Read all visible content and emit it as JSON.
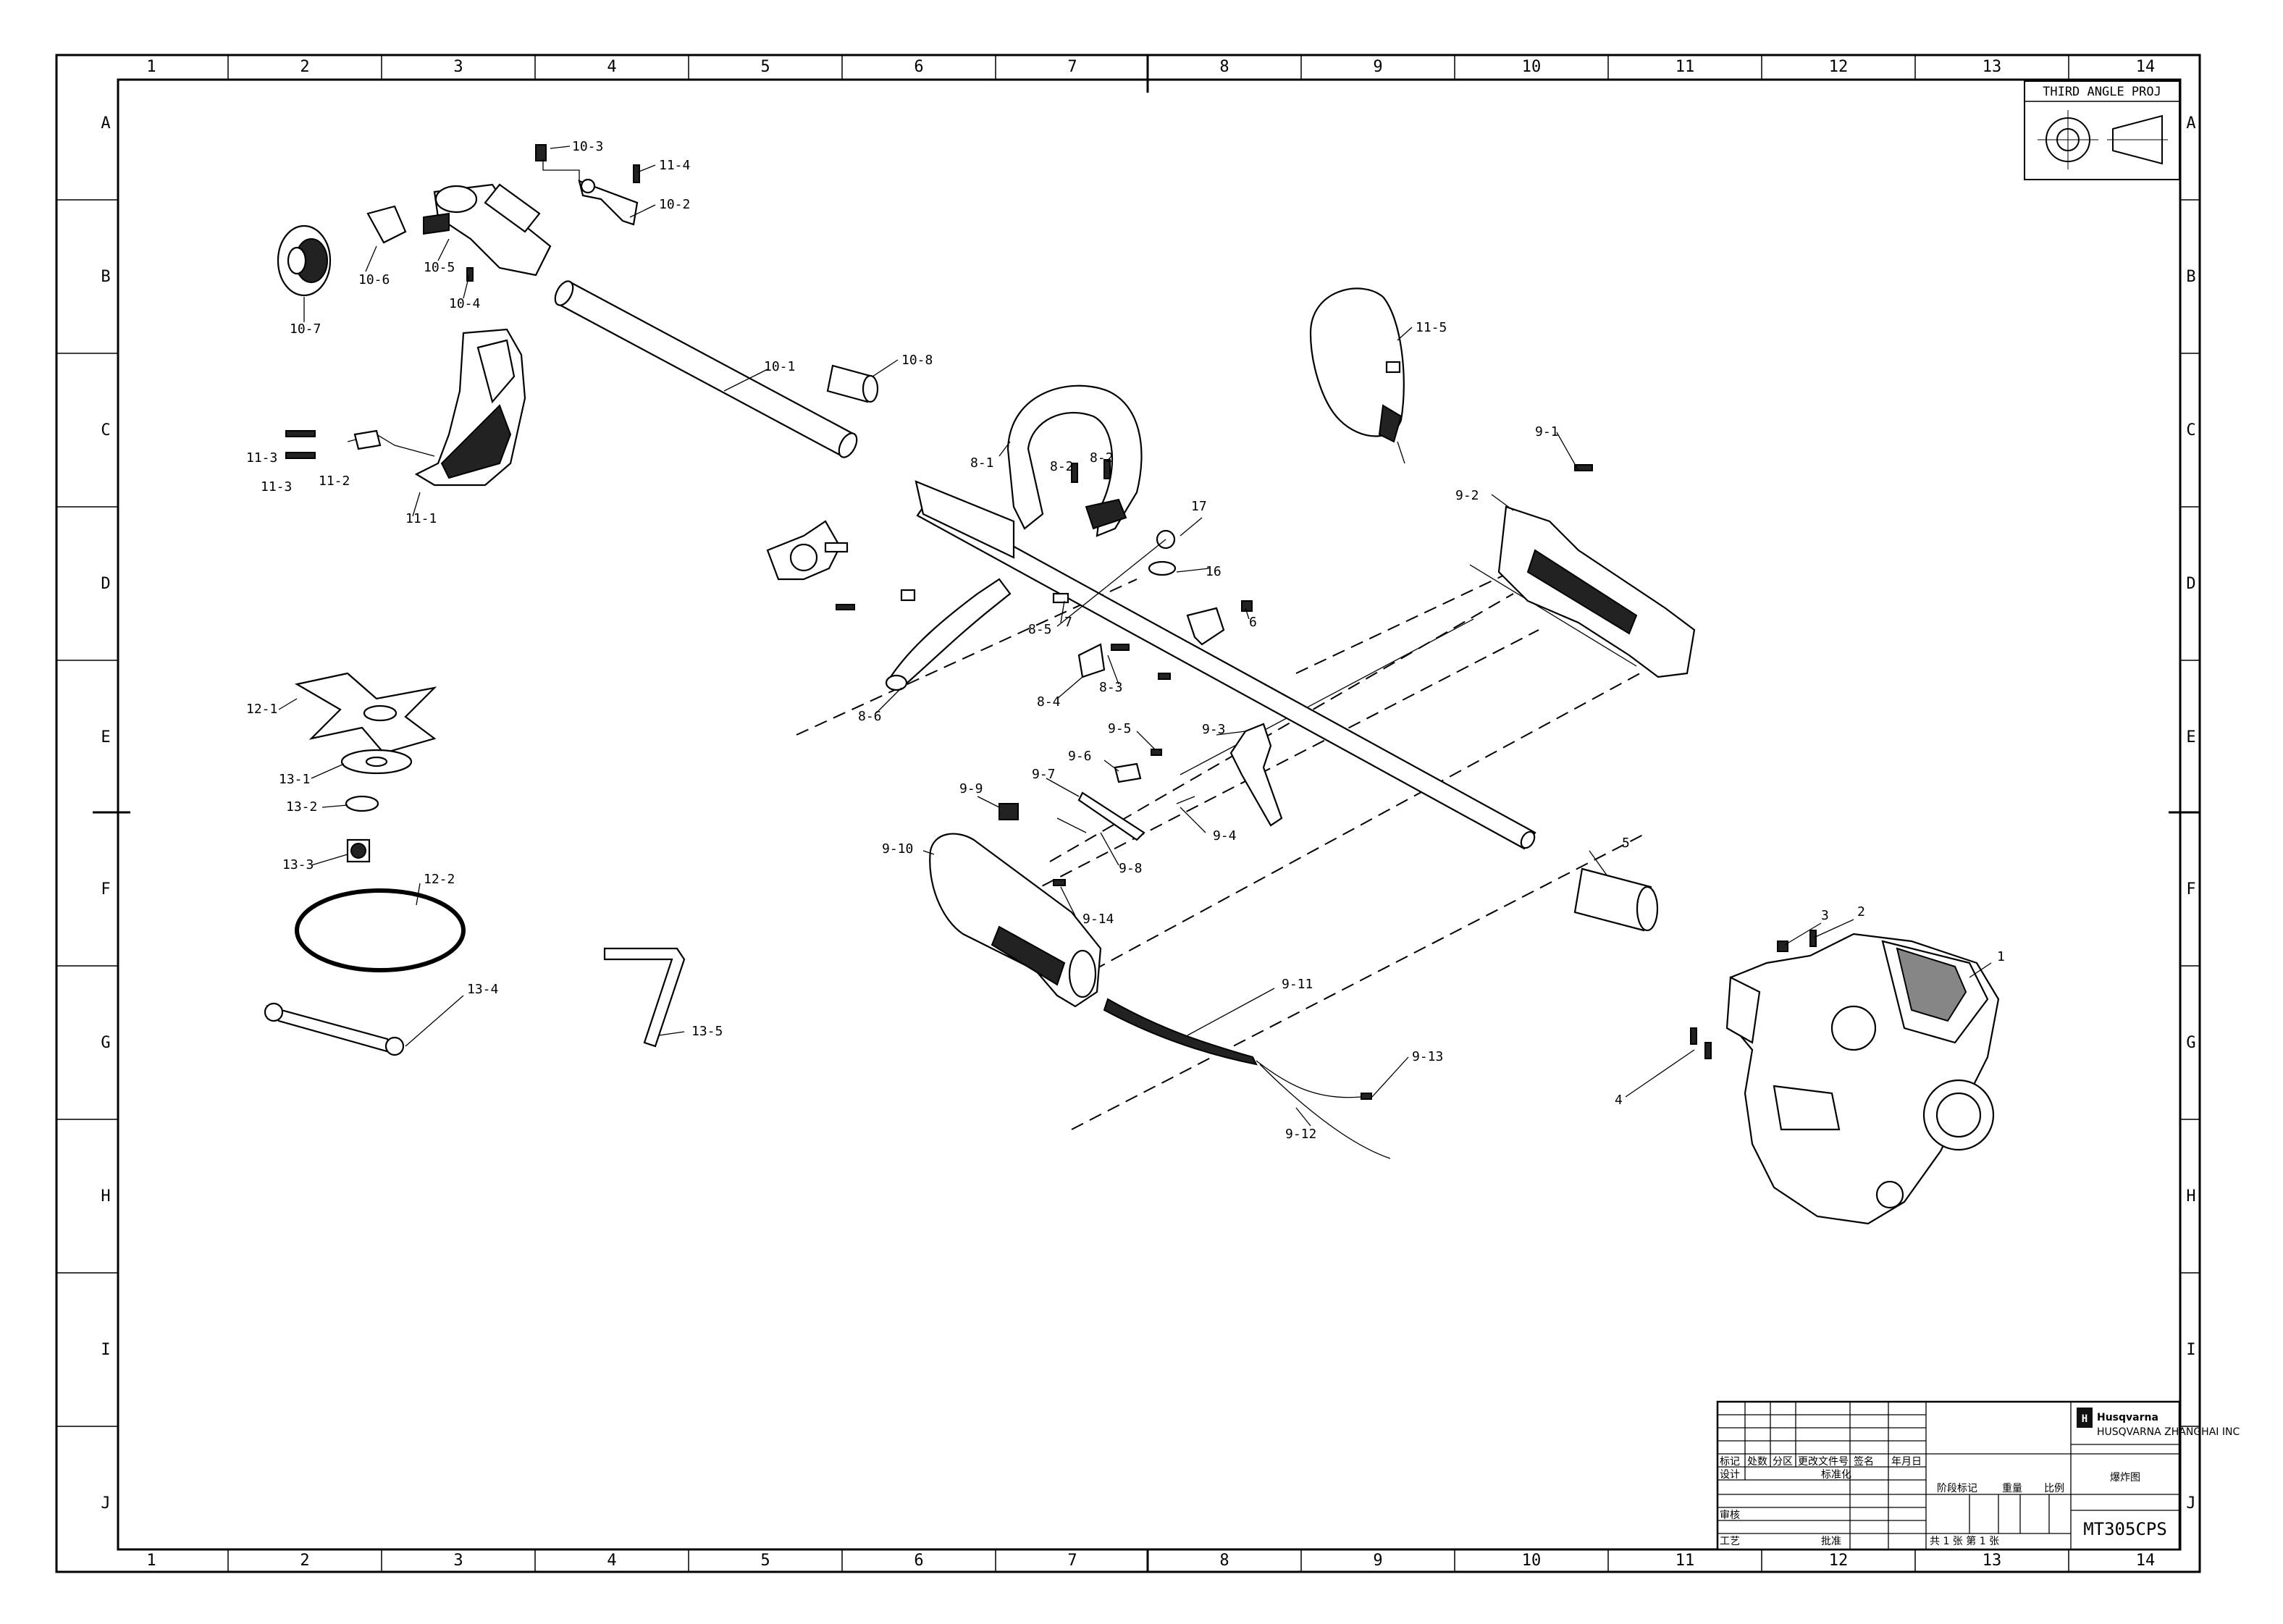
{
  "border": {
    "columns": [
      "1",
      "2",
      "3",
      "4",
      "5",
      "6",
      "7",
      "8",
      "9",
      "10",
      "11",
      "12",
      "13",
      "14"
    ],
    "rows": [
      "A",
      "B",
      "C",
      "D",
      "E",
      "F",
      "G",
      "H",
      "I",
      "J"
    ]
  },
  "projection": {
    "label": "THIRD ANGLE PROJ"
  },
  "callouts": {
    "c10_1": "10-1",
    "c10_2": "10-2",
    "c10_3": "10-3",
    "c10_4": "10-4",
    "c10_5": "10-5",
    "c10_6": "10-6",
    "c10_7": "10-7",
    "c10_8": "10-8",
    "c11_1": "11-1",
    "c11_2": "11-2",
    "c11_3a": "11-3",
    "c11_3b": "11-3",
    "c11_4": "11-4",
    "c11_5": "11-5",
    "c8_1": "8-1",
    "c8_2a": "8-2",
    "c8_2b": "8-2",
    "c8_3": "8-3",
    "c8_4": "8-4",
    "c8_5": "8-5",
    "c8_6": "8-6",
    "c7": "7",
    "c6": "6",
    "c16": "16",
    "c17": "17",
    "c5": "5",
    "c1": "1",
    "c2": "2",
    "c3": "3",
    "c4": "4",
    "c9_1": "9-1",
    "c9_2": "9-2",
    "c9_3": "9-3",
    "c9_4": "9-4",
    "c9_5": "9-5",
    "c9_6": "9-6",
    "c9_7": "9-7",
    "c9_8": "9-8",
    "c9_9": "9-9",
    "c9_10": "9-10",
    "c9_11": "9-11",
    "c9_12": "9-12",
    "c9_13": "9-13",
    "c9_14": "9-14",
    "c12_1": "12-1",
    "c12_2": "12-2",
    "c13_1": "13-1",
    "c13_2": "13-2",
    "c13_3": "13-3",
    "c13_4": "13-4",
    "c13_5": "13-5"
  },
  "title_block": {
    "brand": "Husqvarna",
    "brand_sub": "HUSQVARNA ZHANGHAI INC",
    "drawing_title": "爆炸图",
    "model": "MT305CPS",
    "col_headers": [
      "标记",
      "处数",
      "分区",
      "更改文件号",
      "签名",
      "年月日"
    ],
    "design": "设计",
    "standardize": "标准化",
    "stage_mark": "阶段标记",
    "weight": "重量",
    "scale": "比例",
    "review": "审核",
    "process": "工艺",
    "approve": "批准",
    "sheets": "共 1 张 第 1 张"
  }
}
